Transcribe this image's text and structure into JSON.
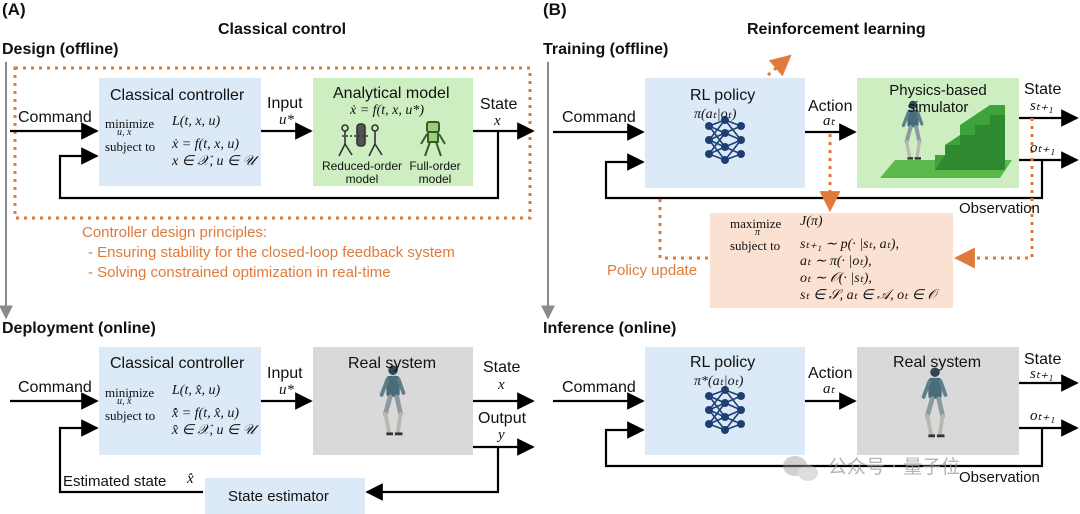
{
  "panel_a": {
    "tag": "(A)",
    "header": "Classical control",
    "design_label": "Design (offline)",
    "deployment_label": "Deployment (online)",
    "design": {
      "command": "Command",
      "controller_title": "Classical controller",
      "minimize_word": "minimize",
      "minimize_sub": "u, x",
      "minimize_expr": "L(t, x, u)",
      "subject_to": "subject to",
      "dyn": "ẋ = f(t, x, u)",
      "sets": "x ∈ 𝒳, u ∈ 𝒰",
      "input_label": "Input",
      "input_var": "u*",
      "model_title": "Analytical model",
      "model_eq": "ẋ = f(t, x, u*)",
      "reduced_label": "Reduced-order\nmodel",
      "full_label": "Full-order\nmodel",
      "state_label": "State",
      "state_var": "x"
    },
    "principles": {
      "title": "Controller design principles:",
      "item1": "- Ensuring stability for the closed-loop feedback system",
      "item2": "- Solving constrained optimization in real-time"
    },
    "deploy": {
      "command": "Command",
      "controller_title": "Classical controller",
      "minimize_word": "minimize",
      "minimize_sub": "u, x̂",
      "minimize_expr": "L(t, x̂, u)",
      "subject_to": "subject to",
      "dyn": "x̂̇ = f(t, x̂, u)",
      "sets": "x̂ ∈ 𝒳, u ∈ 𝒰",
      "input_label": "Input",
      "input_var": "u*",
      "system_title": "Real system",
      "state_label": "State",
      "state_var": "x",
      "output_label": "Output",
      "output_var": "y",
      "estimated_label": "Estimated state",
      "estimated_var": "x̂",
      "estimator_title": "State estimator"
    }
  },
  "panel_b": {
    "tag": "(B)",
    "header": "Reinforcement learning",
    "training_label": "Training (offline)",
    "inference_label": "Inference (online)",
    "training": {
      "command": "Command",
      "policy_title": "RL policy",
      "policy_expr": "π(aₜ|oₜ)",
      "action_label": "Action",
      "action_var": "aₜ",
      "sim_title": "Physics-based\nsimulator",
      "state_label": "State",
      "state_var": "sₜ₊₁",
      "obs_var": "oₜ₊₁",
      "observation_label": "Observation",
      "maximize_word": "maximize",
      "maximize_sub": "π",
      "maximize_expr": "J(π)",
      "subject_to": "subject to",
      "c1": "sₜ₊₁ ∼ p(· |sₜ, aₜ),",
      "c2": "aₜ ∼ π(· |oₜ),",
      "c3": "oₜ ∼ 𝒪(· |sₜ),",
      "c4": "sₜ ∈ 𝒮, aₜ ∈ 𝒜, oₜ ∈ 𝒪",
      "policy_update": "Policy update"
    },
    "inference": {
      "command": "Command",
      "policy_title": "RL policy",
      "policy_expr": "π*(aₜ|oₜ)",
      "action_label": "Action",
      "action_var": "aₜ",
      "system_title": "Real system",
      "state_label": "State",
      "state_var": "sₜ₊₁",
      "obs_var": "oₜ₊₁",
      "observation_label": "Observation"
    },
    "watermark": "公众号 · 量子位"
  },
  "colors": {
    "blue_box": "#dce9f7",
    "green_box": "#cdeec0",
    "gray_box": "#d9d9d9",
    "orange_box": "#fbe1d1",
    "orange_accent": "#e07a3a",
    "arrow": "#000000",
    "timeline": "#8a8a8a"
  },
  "icons": [
    "neural-network-icon",
    "humanoid-robot-icon",
    "stairs-icon",
    "stick-figure-icon"
  ]
}
